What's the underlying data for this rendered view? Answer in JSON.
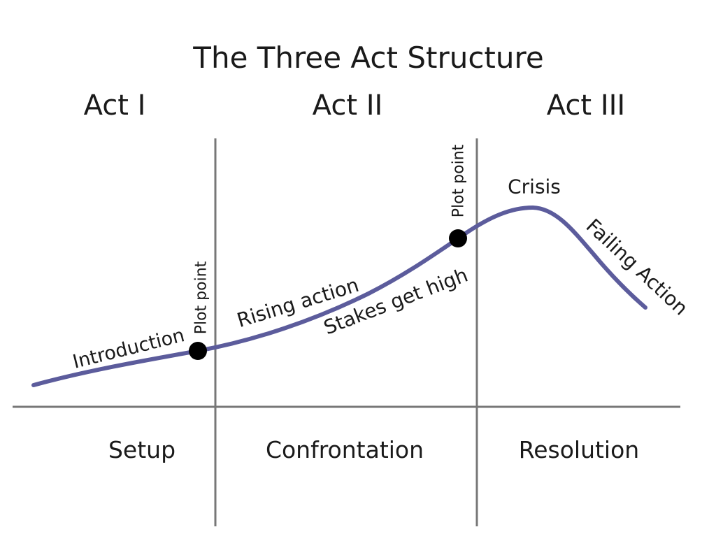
{
  "title": "The Three Act Structure",
  "acts": [
    {
      "label": "Act I",
      "phase": "Setup"
    },
    {
      "label": "Act II",
      "phase": "Confrontation"
    },
    {
      "label": "Act III",
      "phase": "Resolution"
    }
  ],
  "annotations": {
    "introduction": "Introduction",
    "plot_point_1": "Plot point",
    "rising_action": "Rising action",
    "stakes_get_high": "Stakes get high",
    "plot_point_2": "Plot point",
    "crisis": "Crisis",
    "failing_action": "Failing Action"
  },
  "colors": {
    "curve": "#5c5c9c",
    "divider": "#777777",
    "text": "#1a1a1a",
    "dot": "#000000"
  }
}
